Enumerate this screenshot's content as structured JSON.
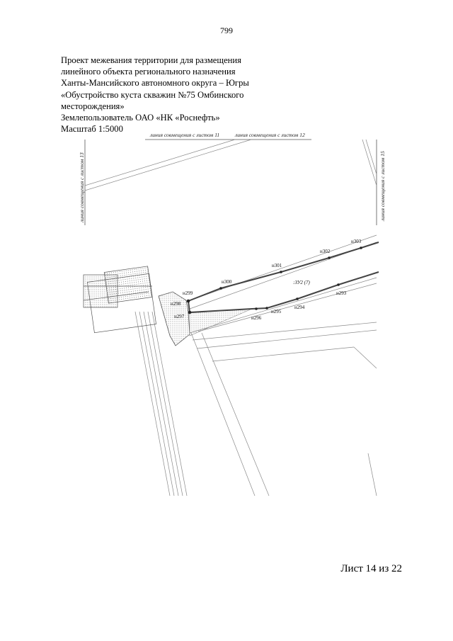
{
  "page": {
    "number": "799"
  },
  "header": {
    "lines": [
      "Проект межевания территории для размещения",
      "линейного объекта регионального назначения",
      "Ханты-Мансийского автономного округа – Югры",
      "«Обустройство куста скважин №75 Омбинского",
      "месторождения»",
      "Землепользователь ОАО «НК «Роснефть»",
      "Масштаб 1:5000"
    ]
  },
  "map": {
    "matchlines": {
      "top_left": "линия совмещения с листом 11",
      "top_right": "линия совмещения с листом 12",
      "left": "линия совмещения с листом 13",
      "right": "линия совмещения с листом 15"
    },
    "plot_label": ":ЗУ2 (7)",
    "points": {
      "n293": "н293",
      "n294": "н294",
      "n295": "н295",
      "n296": "н296",
      "n297": "н297",
      "n298": "н298",
      "n299": "н299",
      "n300": "н300",
      "n301": "н301",
      "n302": "н302",
      "n303": "н303"
    },
    "colors": {
      "boundary": "#444444",
      "linework": "#8a8a8a",
      "frame": "#555555"
    }
  },
  "footer": {
    "sheet": "Лист 14 из 22"
  }
}
